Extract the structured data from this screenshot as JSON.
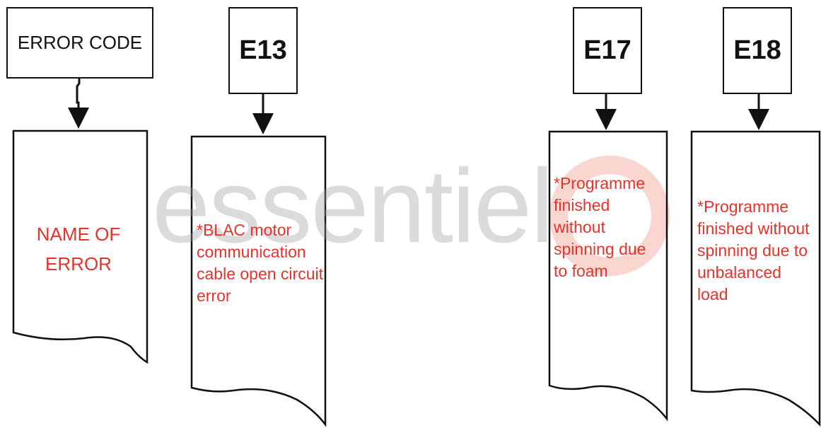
{
  "legend": {
    "code_label": "ERROR CODE",
    "name_label_line1": "NAME OF",
    "name_label_line2": "ERROR"
  },
  "errors": [
    {
      "code": "E13",
      "lines": [
        "*BLAC motor",
        "communication",
        "cable open circuit",
        "error"
      ]
    },
    {
      "code": "E17",
      "lines": [
        "*Programme",
        "finished",
        "without",
        "spinning due",
        "to foam"
      ]
    },
    {
      "code": "E18",
      "lines": [
        "*Programme",
        "finished without",
        "spinning due to",
        "unbalanced",
        "load"
      ]
    }
  ],
  "watermark": {
    "text": "essentiel"
  },
  "colors": {
    "stroke": "#111111",
    "error_text": "#e8322c",
    "watermark_gray": "#9a9a9a",
    "watermark_logo": "#f08a7a"
  }
}
